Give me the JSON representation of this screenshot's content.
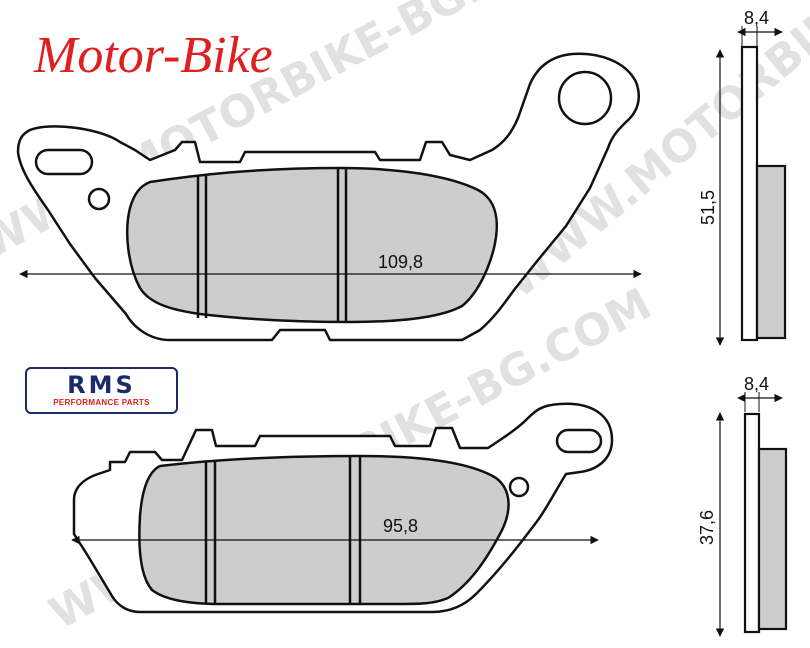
{
  "title": "Motor-Bike",
  "logo": {
    "mark": "RMS",
    "tagline": "PERFORMANCE PARTS"
  },
  "watermark": "WWW.MOTORBIKE-BG.COM",
  "top_pad": {
    "length": "109,8",
    "height": "51,5",
    "thickness": "8,4"
  },
  "bottom_pad": {
    "length": "95,8",
    "height": "37,6",
    "thickness": "8,4"
  },
  "colors": {
    "friction_material": "#cdcdcd",
    "outline": "#111111",
    "title": "#e02020",
    "logo": "#1b2a6b"
  }
}
